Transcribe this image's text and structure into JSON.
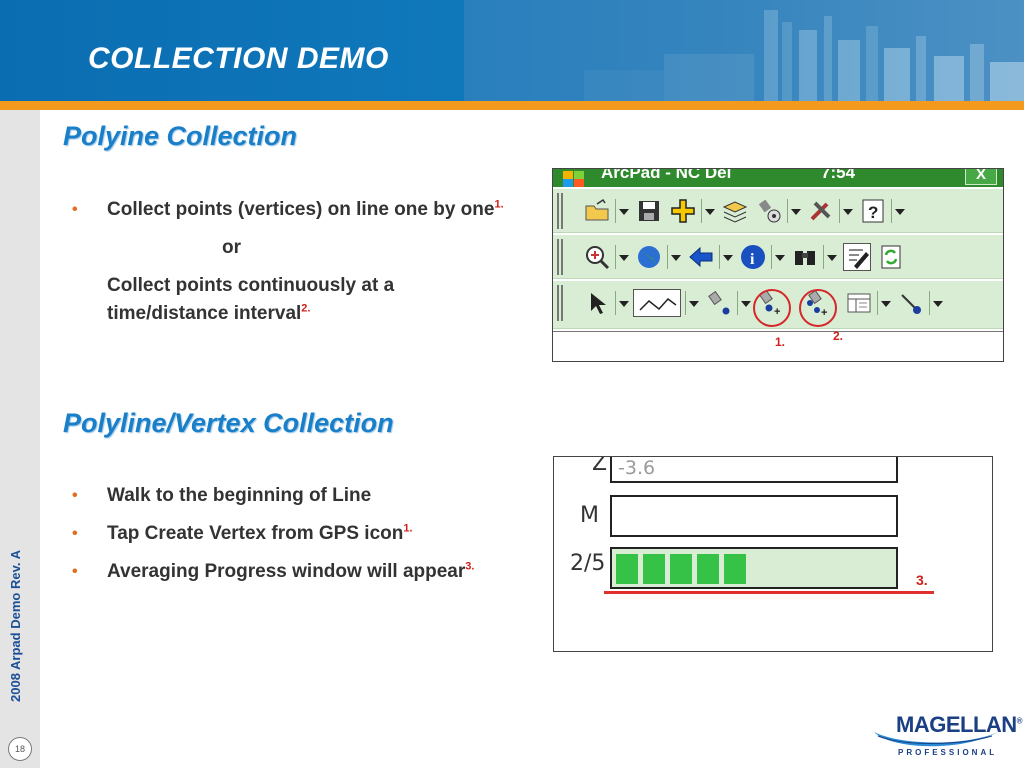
{
  "header": {
    "title": "COLLECTION DEMO"
  },
  "sidebar": {
    "vertical_text": "2008 Arpad Demo Rev. A",
    "page_number": "18"
  },
  "section1": {
    "title": "Polyine Collection",
    "bullet1_text": "Collect points (vertices) on line one by one",
    "bullet1_sup": "1.",
    "or_text": "or",
    "continuation_text": "Collect points continuously at a time/distance interval",
    "continuation_sup": "2."
  },
  "section2": {
    "title": "Polyline/Vertex Collection",
    "bullets": [
      {
        "text": "Walk to the beginning of Line",
        "sup": ""
      },
      {
        "text": "Tap Create Vertex from GPS icon",
        "sup": "1."
      },
      {
        "text": "Averaging Progress window will appear",
        "sup": "3."
      }
    ]
  },
  "toolbar_image": {
    "title_text": "ArcPad - NC Del",
    "title_status": "7:54",
    "close_label": "X",
    "marker1": "1.",
    "marker2": "2.",
    "icons_row1": [
      "open-folder-icon",
      "save-icon",
      "add-layer-icon",
      "layers-icon",
      "gps-settings-icon",
      "tools-icon",
      "help-icon"
    ],
    "icons_row2": [
      "zoom-icon",
      "globe-icon",
      "back-arrow-icon",
      "info-icon",
      "binoculars-icon",
      "edit-icon",
      "refresh-icon"
    ],
    "icons_row3": [
      "pointer-icon",
      "polyline-icon",
      "gps-vertex-icon",
      "create-vertex-from-gps-icon",
      "continuous-gps-icon",
      "attributes-icon",
      "gps-point-icon"
    ]
  },
  "averaging_image": {
    "label_z": "Z",
    "value_z": "-3.6",
    "label_m": "M",
    "progress_label": "2/5",
    "progress_segments": 5,
    "marker3": "3."
  },
  "logo": {
    "name": "MAGELLAN",
    "registered": "®",
    "subtitle": "PROFESSIONAL"
  },
  "colors": {
    "header_blue": "#0f78bb",
    "accent_orange": "#f39a1e",
    "title_blue": "#1a7fc9",
    "bullet_orange": "#e56b1f",
    "marker_red": "#d0201a"
  }
}
